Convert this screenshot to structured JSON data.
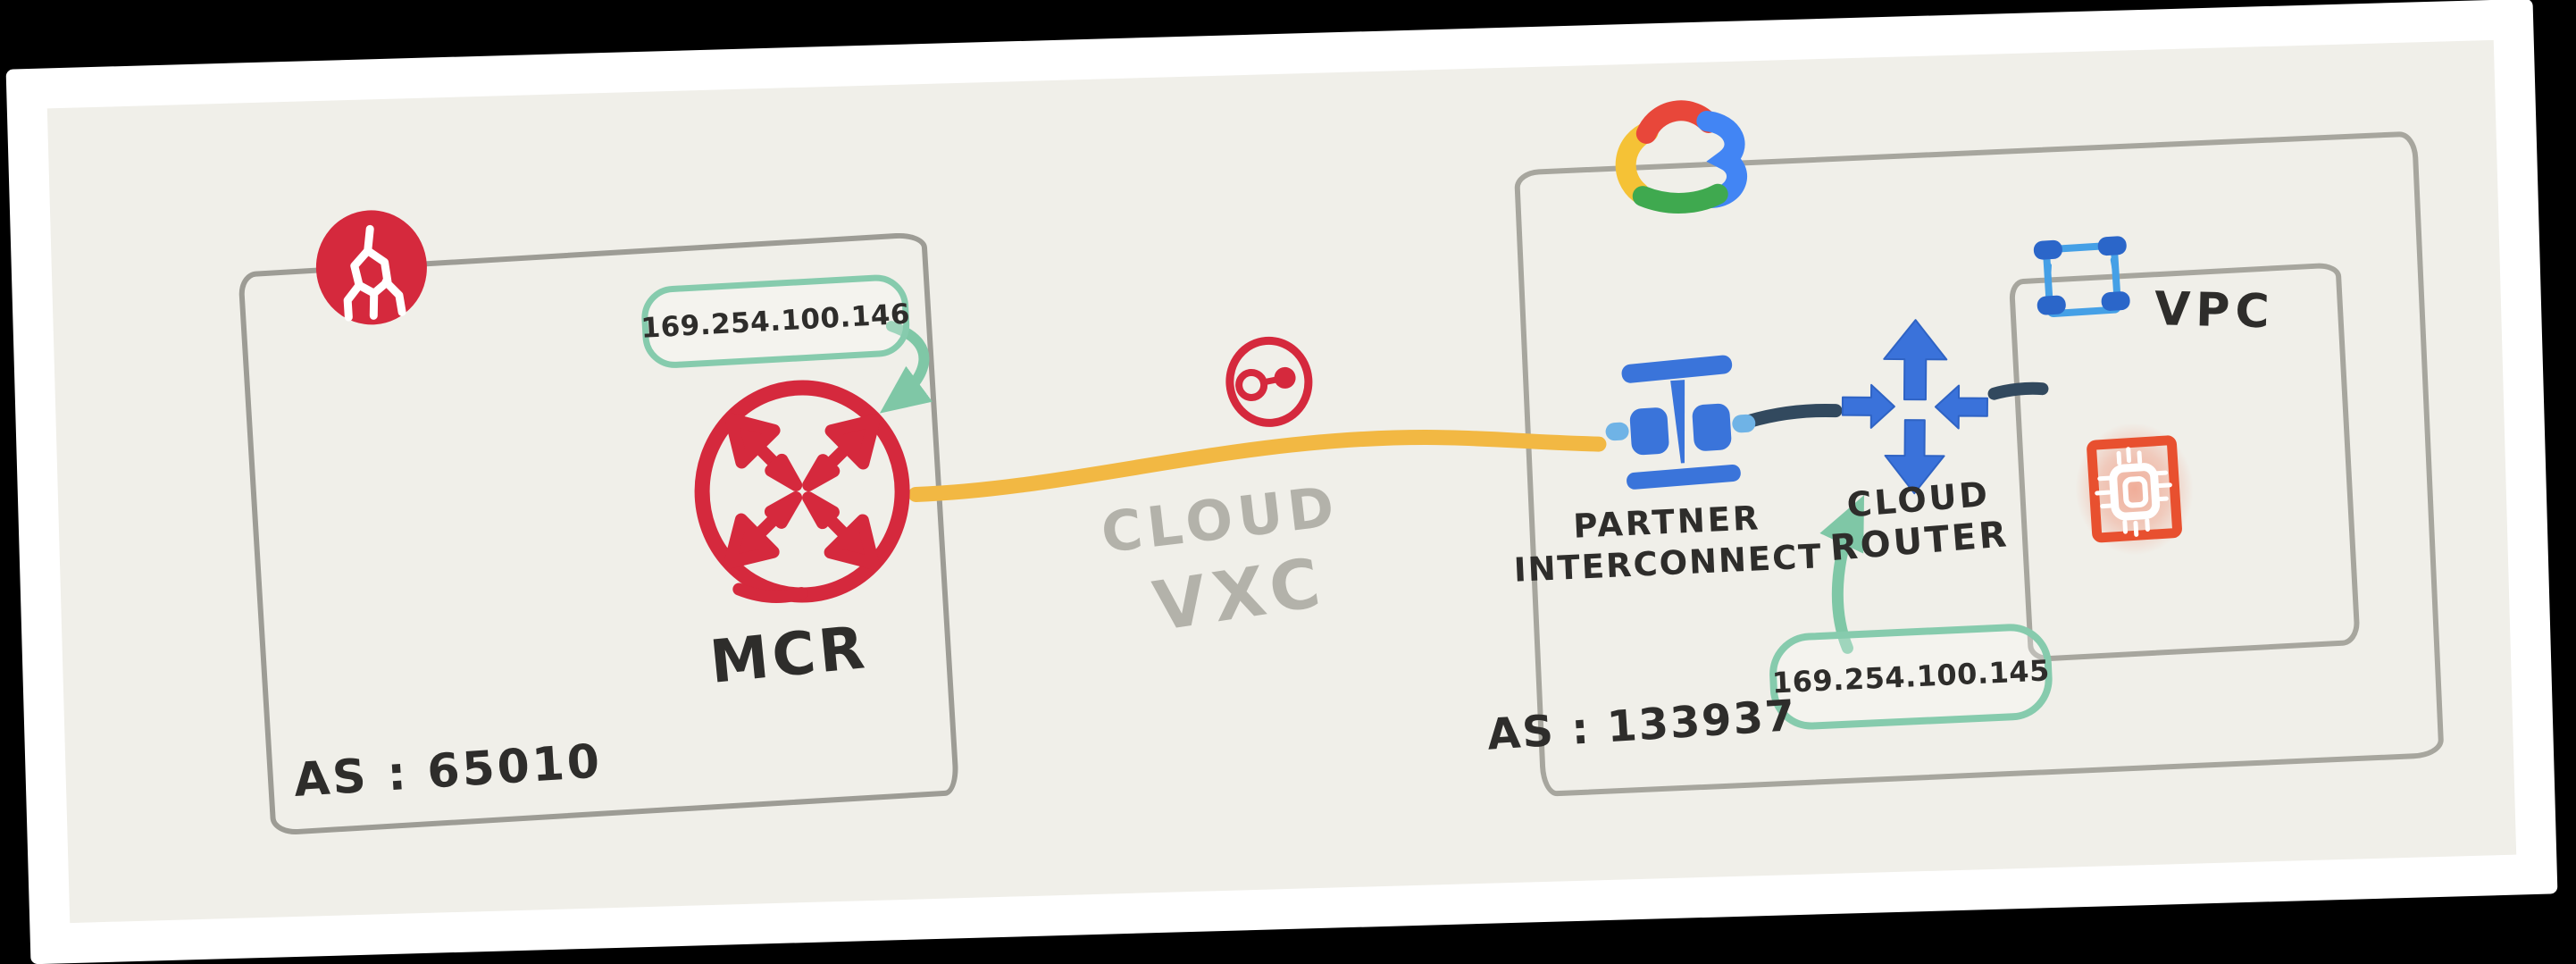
{
  "left_network": {
    "provider": "megaport",
    "ip_badge": "169.254.100.146",
    "router_label": "MCR",
    "as_label": "AS : 65010"
  },
  "connection": {
    "type_label_line1": "CLOUD",
    "type_label_line2": "VXC"
  },
  "right_network": {
    "provider": "google-cloud",
    "interconnect_label_line1": "PARTNER",
    "interconnect_label_line2": "INTERCONNECT",
    "router_label_line1": "CLOUD",
    "router_label_line2": "ROUTER",
    "ip_badge": "169.254.100.145",
    "as_label": "AS : 133937",
    "vpc_label": "VPC"
  },
  "icons": {
    "megaport_logo": "red circle with white branching port glyph",
    "mcr_router": "red circle with four crossed double-headed arrows",
    "vxc": "red circle with node-to-node link glyph",
    "google_cloud_logo": "hand-drawn multicolor cloud",
    "partner_interconnect": "blue interconnect plug glyph",
    "cloud_router": "blue four-arrow router glyph",
    "vpc": "blue square with corner nodes",
    "compute_instance": "white chip on glowing orange square"
  },
  "colors": {
    "background": "#000000",
    "card": "#ffffff",
    "paper": "#f0efe9",
    "box_stroke": "#a7a69e",
    "ink": "#2e2d2b",
    "gray_text": "#b3b2aa",
    "red": "#d5293d",
    "yellow": "#f2b843",
    "teal": "#7fc7a6",
    "navy": "#32495e",
    "blue": "#3a74da",
    "light_blue": "#6fb3e6",
    "vpc_corner_blue": "#2b66c9",
    "gcp_red": "#e8473a",
    "gcp_blue": "#4285f4",
    "gcp_green": "#3fa94f",
    "gcp_yellow": "#f5c236",
    "chip_orange": "#e8502f"
  }
}
